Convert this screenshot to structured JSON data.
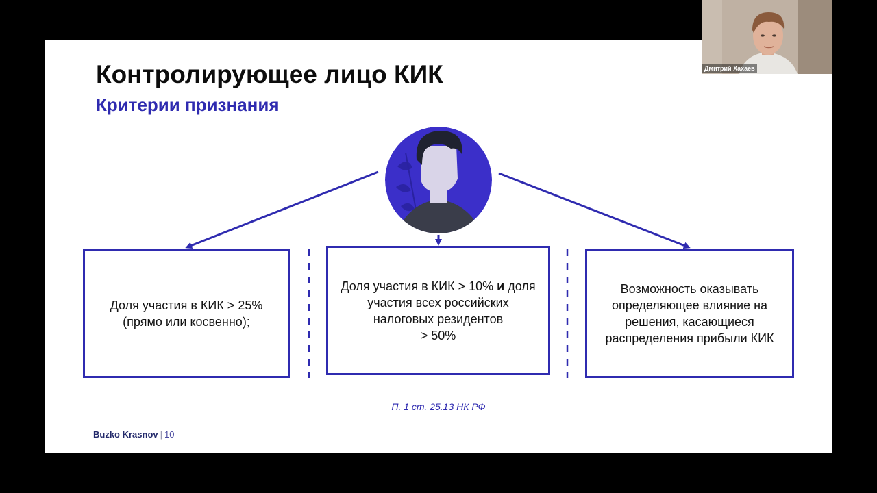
{
  "slide": {
    "title": "Контролирующее лицо КИК",
    "subtitle": "Критерии признания",
    "criteria": [
      {
        "text": "Доля участия в КИК > 25% (прямо или косвенно);"
      },
      {
        "text_a": "Доля участия в КИК > 10% ",
        "text_bold": "и",
        "text_b": " доля участия всех российских налоговых резидентов",
        "text_c": "> 50%"
      },
      {
        "text": "Возможность оказывать определяющее влияние на решения, касающиеся распределения прибыли КИК"
      }
    ],
    "source": "П. 1 ст. 25.13 НК РФ",
    "footer": {
      "brand": "Buzko Krasnov",
      "separator": "|",
      "page_number": "10"
    }
  },
  "webcam": {
    "participant_name": "Дмитрий Хахаев"
  },
  "colors": {
    "accent": "#2f2bb0",
    "avatar_bg": "#3b2fc9",
    "hair": "#1f2230",
    "skin": "#d9d4e8",
    "shirt": "#3a3d4a"
  }
}
